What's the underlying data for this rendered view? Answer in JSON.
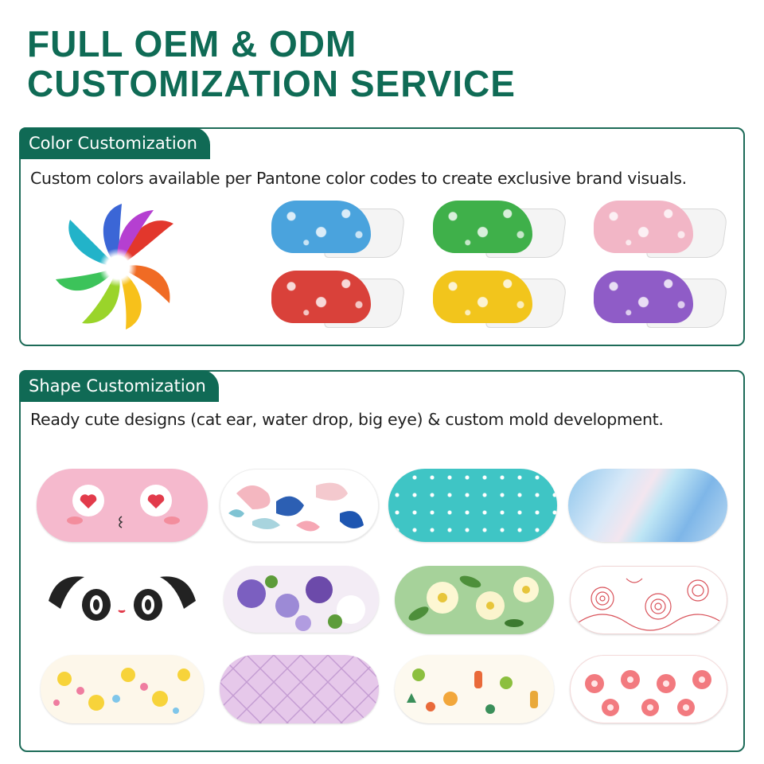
{
  "title": {
    "line1": "FULL OEM & ODM",
    "line2": "CUSTOMIZATION SERVICE"
  },
  "color_section": {
    "tag": "Color Customization",
    "description": "Custom colors available per Pantone color codes to create exclusive brand visuals.",
    "mask_colors": [
      "#4aa3dd",
      "#3fb04a",
      "#f2b6c6",
      "#d9413a",
      "#f2c51c",
      "#8f5cc7"
    ]
  },
  "shape_section": {
    "tag": "Shape Customization",
    "description": "Ready cute designs (cat ear, water drop, big eye) & custom mold development.",
    "designs": [
      "pink-heart-eyes",
      "pastel-camo",
      "teal-stars",
      "holographic",
      "panda-face",
      "purple-flowers",
      "white-flowers-green",
      "red-line-roses",
      "yellow-chicks",
      "lilac-diamond",
      "fruit-popsicle",
      "grapefruit-slices"
    ]
  }
}
